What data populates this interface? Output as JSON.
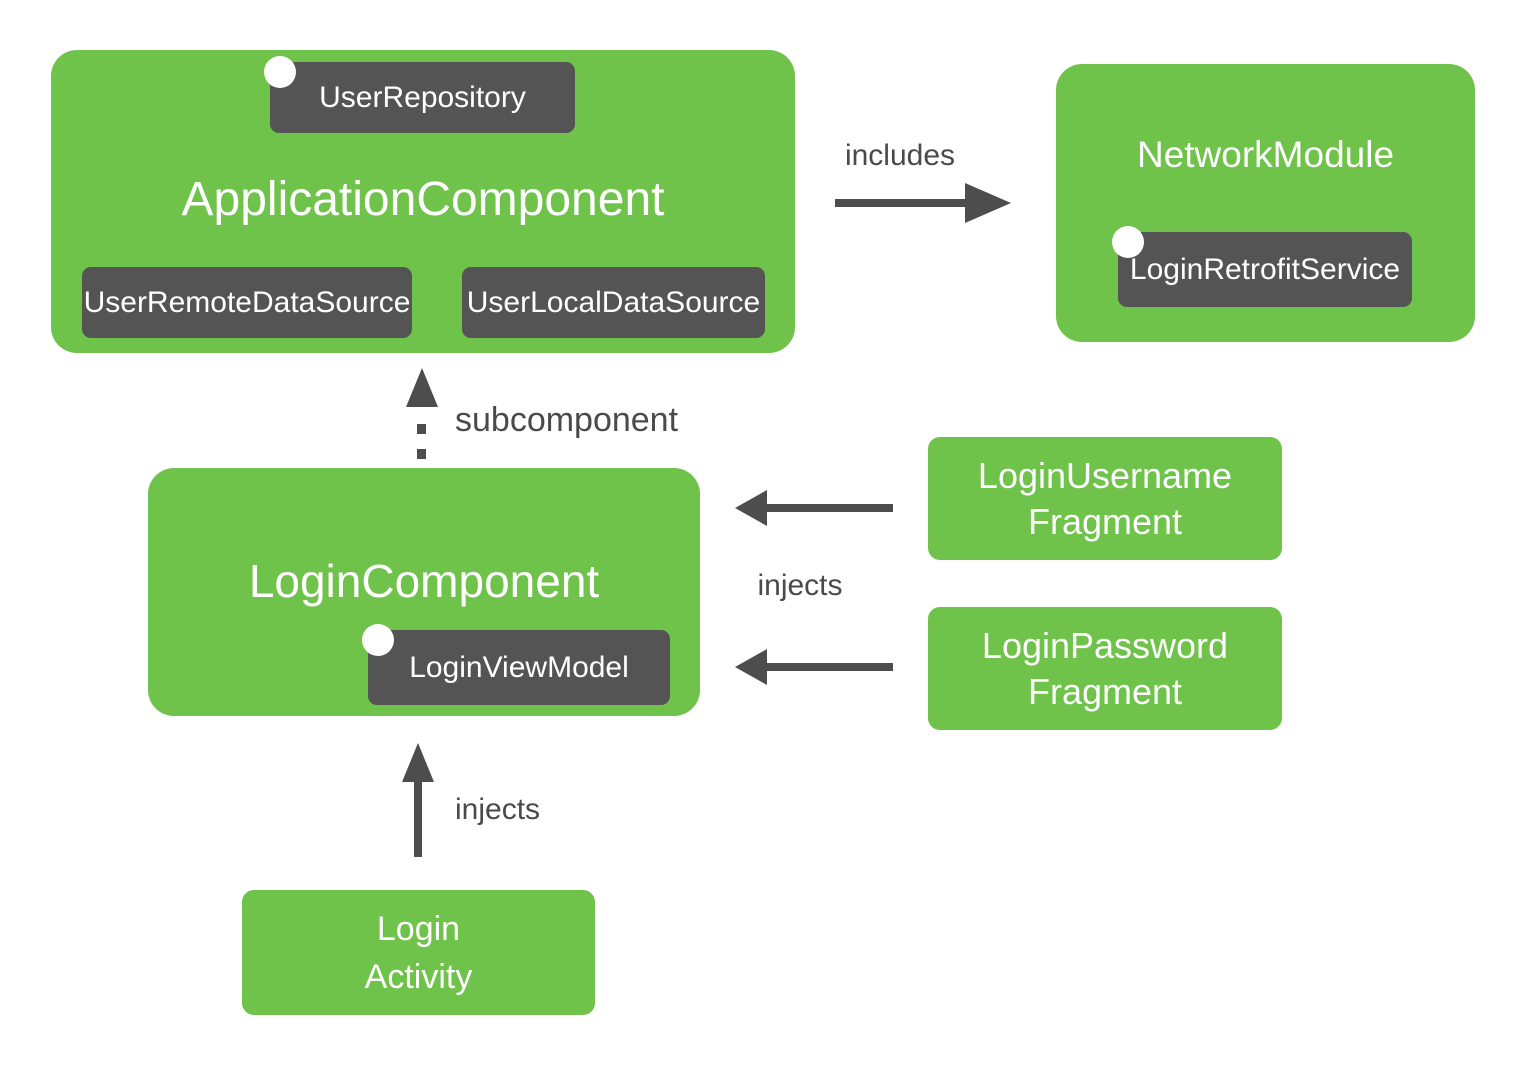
{
  "colors": {
    "component_green": "#6fc24a",
    "badge_gray": "#545454",
    "arrow_gray": "#4d4d4d",
    "port_white": "#ffffff",
    "background": "#ffffff"
  },
  "application_component": {
    "title": "ApplicationComponent",
    "repository_badge": "UserRepository",
    "remote_badge": "UserRemoteDataSource",
    "local_badge": "UserLocalDataSource"
  },
  "network_module": {
    "title": "NetworkModule",
    "service_badge": "LoginRetrofitService"
  },
  "login_component": {
    "title": "LoginComponent",
    "viewmodel_badge": "LoginViewModel"
  },
  "username_fragment": {
    "line1": "LoginUsername",
    "line2": "Fragment"
  },
  "password_fragment": {
    "line1": "LoginPassword",
    "line2": "Fragment"
  },
  "login_activity": {
    "line1": "Login",
    "line2": "Activity"
  },
  "edges": {
    "includes": "includes",
    "subcomponent": "subcomponent",
    "injects_fragments": "injects",
    "injects_activity": "injects"
  }
}
